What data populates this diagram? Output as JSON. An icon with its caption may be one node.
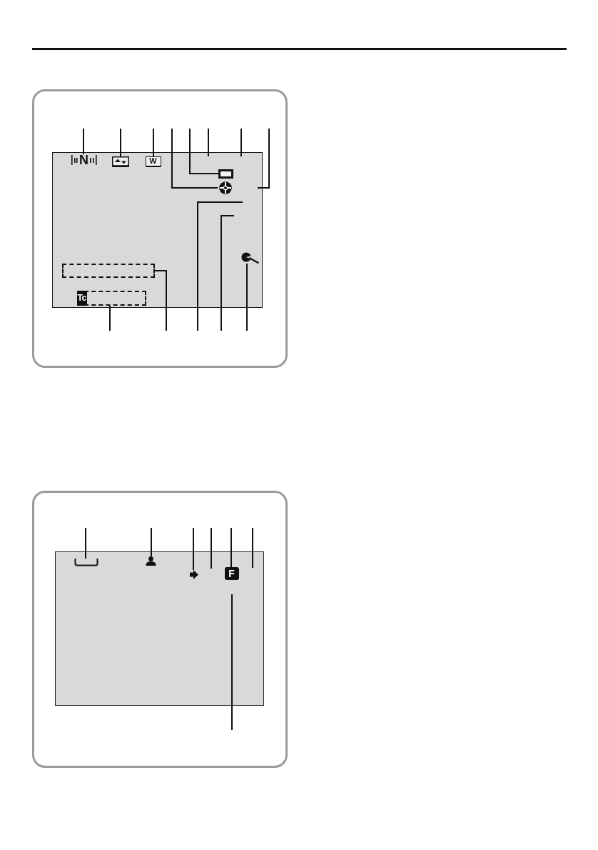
{
  "diagram": {
    "nodes": [
      {
        "text": [],
        "shape": "box"
      },
      {
        "text": [],
        "shape": "box",
        "in": 0
      },
      {
        "text": [
          "N"
        ],
        "in": 1
      },
      {
        "text": [],
        "shape": "picture",
        "in": 1
      },
      {
        "text": [
          "W"
        ],
        "in": 1
      },
      {
        "text": [],
        "shape": "box",
        "in": 1
      },
      {
        "text": [],
        "shape": "picture",
        "in": 1
      },
      {
        "text": [],
        "shape": "picture",
        "in": 1
      },
      {
        "text": [],
        "shape": "box",
        "in": 1
      },
      {
        "text": [
          "Tc"
        ],
        "in": 1
      },
      {
        "text": [],
        "shape": "box"
      },
      {
        "text": [],
        "shape": "box",
        "in": 10
      },
      {
        "text": [],
        "shape": "picture",
        "in": 11
      },
      {
        "text": [],
        "shape": "person",
        "in": 11
      },
      {
        "text": [],
        "shape": "picture",
        "in": 11
      },
      {
        "text": [
          "F"
        ],
        "in": 11
      }
    ],
    "edges": [
      {
        "from": null,
        "to": 2,
        "arrow": "none"
      },
      {
        "from": null,
        "to": 3,
        "arrow": "none"
      },
      {
        "from": null,
        "to": 4,
        "arrow": "none"
      },
      {
        "from": null,
        "to": 6,
        "arrow": "none"
      },
      {
        "from": null,
        "to": 5,
        "arrow": "none"
      },
      {
        "from": null,
        "to": 9,
        "arrow": "none"
      },
      {
        "from": null,
        "to": 8,
        "arrow": "none"
      },
      {
        "from": null,
        "to": 7,
        "arrow": "none"
      },
      {
        "from": null,
        "to": 12,
        "arrow": "none"
      },
      {
        "from": null,
        "to": 13,
        "arrow": "none"
      },
      {
        "from": null,
        "to": 14,
        "arrow": "none"
      },
      {
        "from": null,
        "to": 15,
        "arrow": "none"
      }
    ]
  }
}
